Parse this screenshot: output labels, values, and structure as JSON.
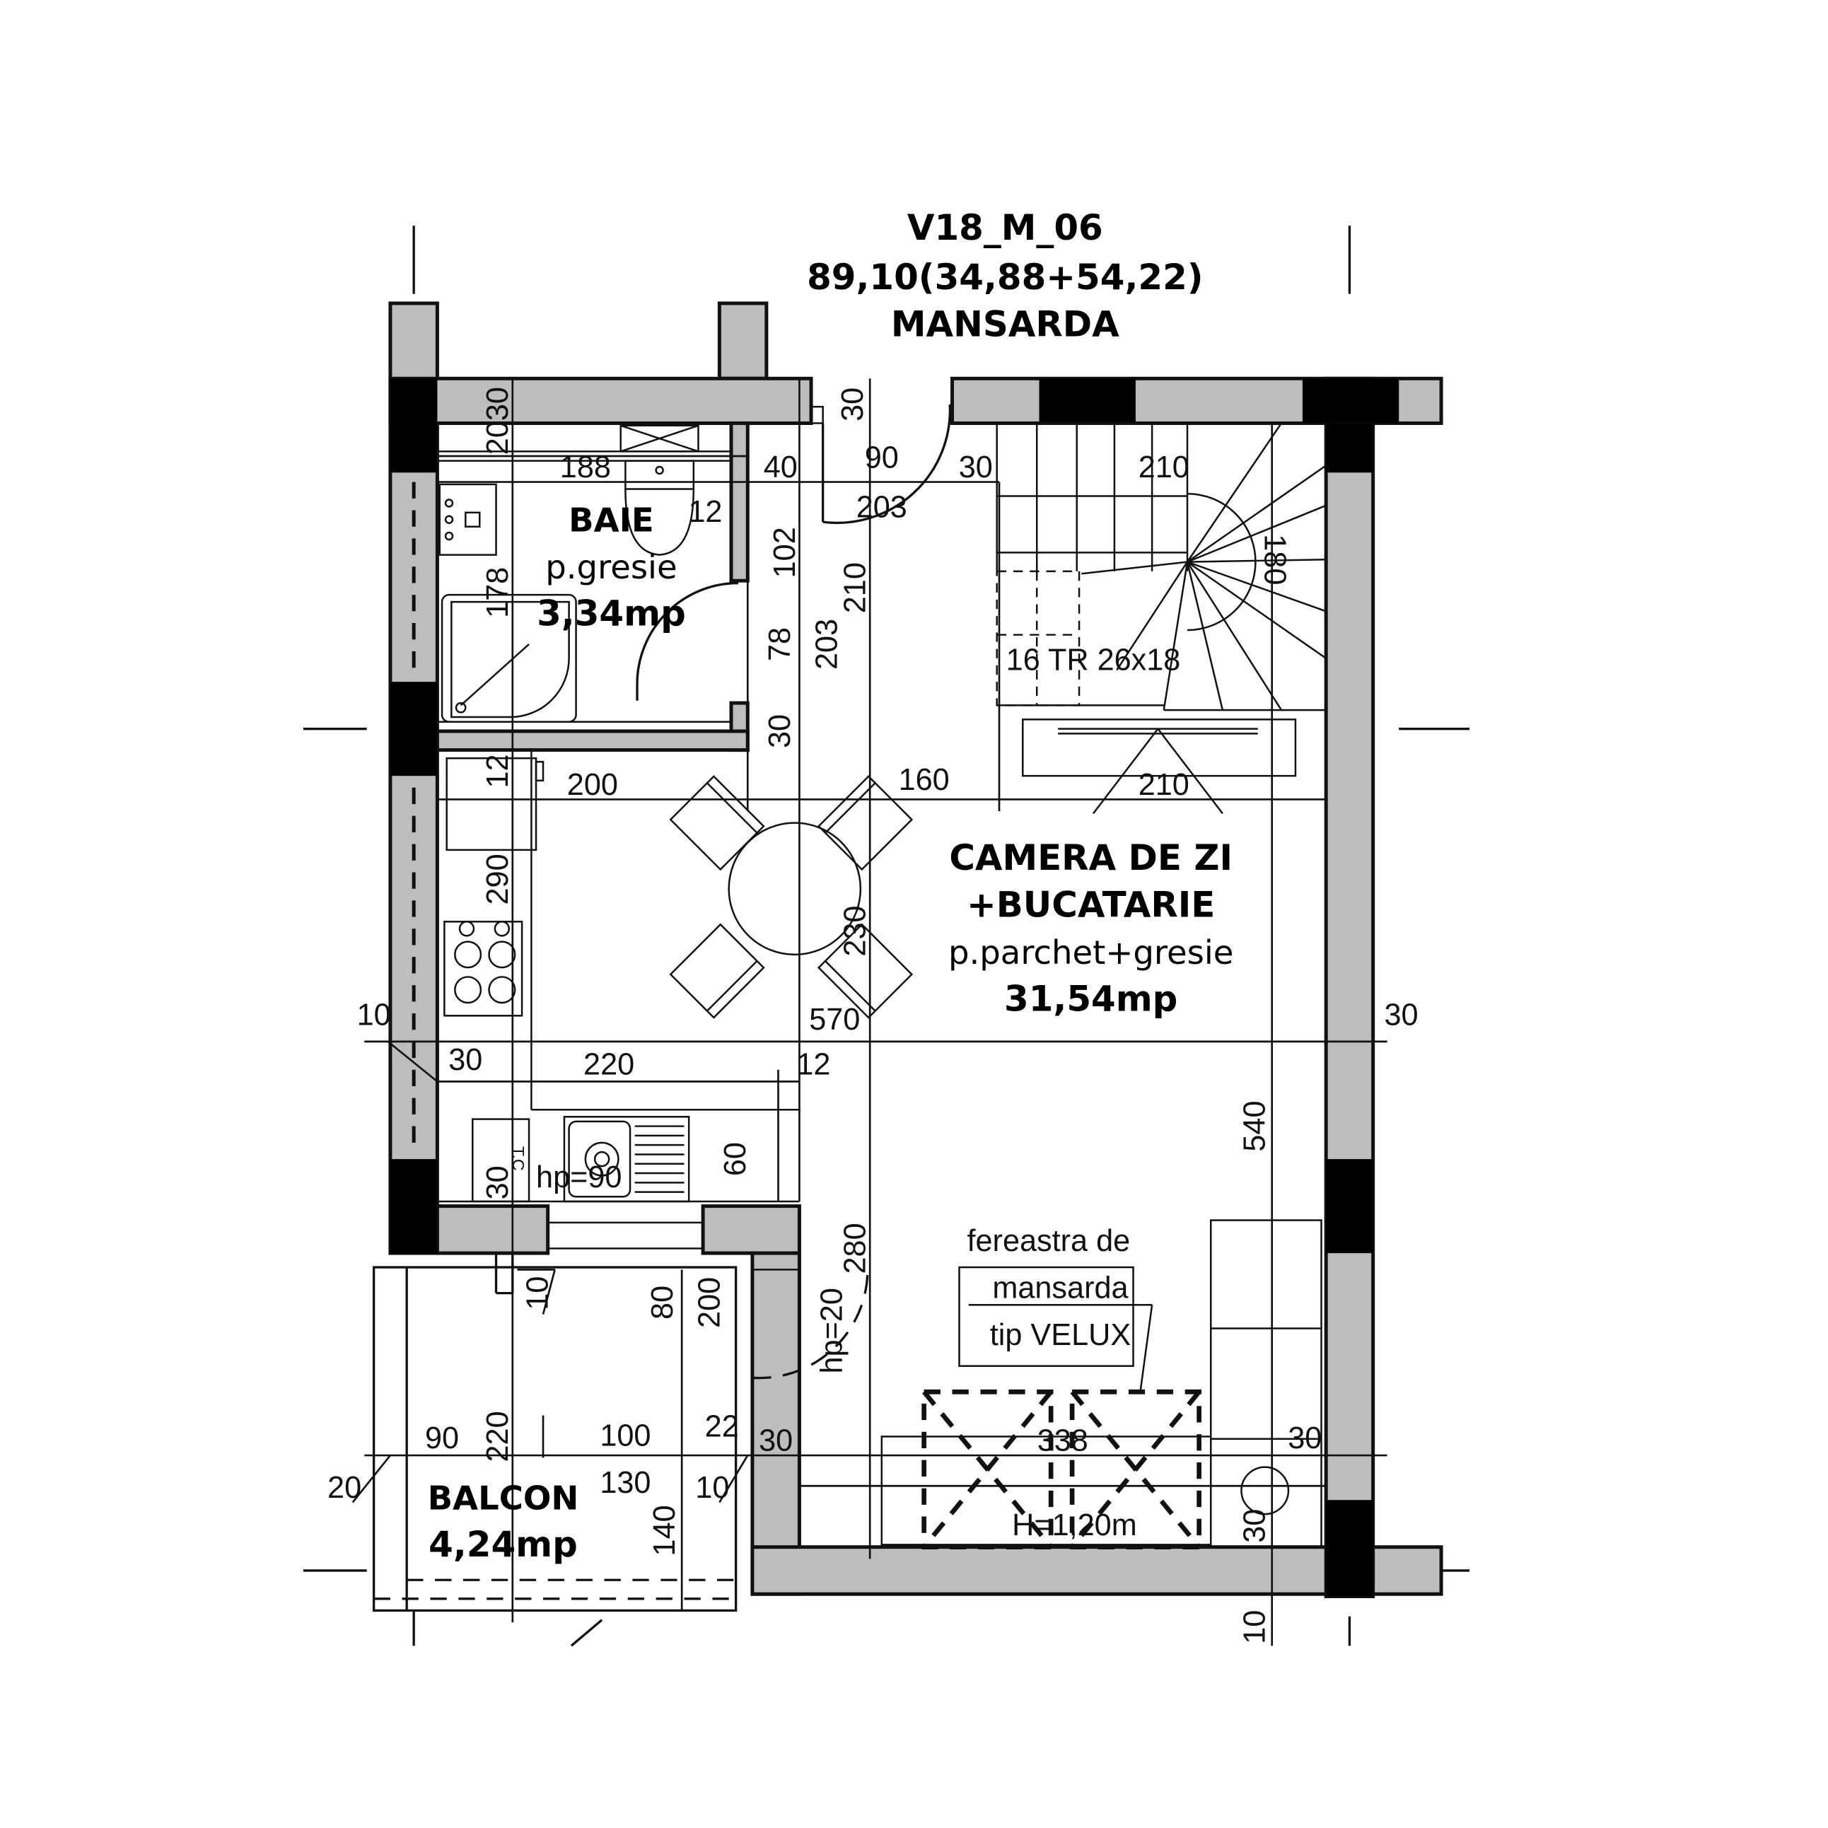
{
  "title": {
    "code": "V18_M_06",
    "area": "89,10(34,88+54,22)",
    "level": "MANSARDA"
  },
  "rooms": {
    "baie": {
      "name": "BAIE",
      "floor": "p.gresie",
      "area": "3,34mp"
    },
    "camera": {
      "name_line1": "CAMERA DE ZI",
      "name_line2": "+BUCATARIE",
      "floor": "p.parchet+gresie",
      "area": "31,54mp"
    },
    "balcon": {
      "name": "BALCON",
      "area": "4,24mp"
    }
  },
  "stair": {
    "label": "16 TR 26x18"
  },
  "window_note": {
    "line1": "fereastra de",
    "line2": "mansarda",
    "line3": "tip VELUX",
    "height": "H=1,20m"
  },
  "labels": {
    "hp90": "hp=90",
    "hp20": "hp=20",
    "tc": "T.C"
  },
  "dims": {
    "d_2030": "2030",
    "d_30a": "30",
    "d_188": "188",
    "d_40": "40",
    "d_90a": "90",
    "d_30b": "30",
    "d_210a": "210",
    "d_12a": "12",
    "d_203a": "203",
    "d_102": "102",
    "d_210b": "210",
    "d_180": "180",
    "d_178": "178",
    "d_78": "78",
    "d_203b": "203",
    "d_30c": "30",
    "d_12b": "12",
    "d_200a": "200",
    "d_160": "160",
    "d_210c": "210",
    "d_290": "290",
    "d_230": "230",
    "d_10a": "10",
    "d_570": "570",
    "d_30d": "30",
    "d_30e": "30",
    "d_220a": "220",
    "d_12c": "12",
    "d_540": "540",
    "d_60": "60",
    "d_30f": "30",
    "d_280": "280",
    "d_10b": "10",
    "d_80": "80",
    "d_200b": "200",
    "d_90b": "90",
    "d_220b": "220",
    "d_100": "100",
    "d_22": "22",
    "d_30g": "30",
    "d_338": "338",
    "d_30h": "30",
    "d_20": "20",
    "d_130": "130",
    "d_10c": "10",
    "d_140": "140",
    "d_30i": "30",
    "d_10d": "10"
  }
}
